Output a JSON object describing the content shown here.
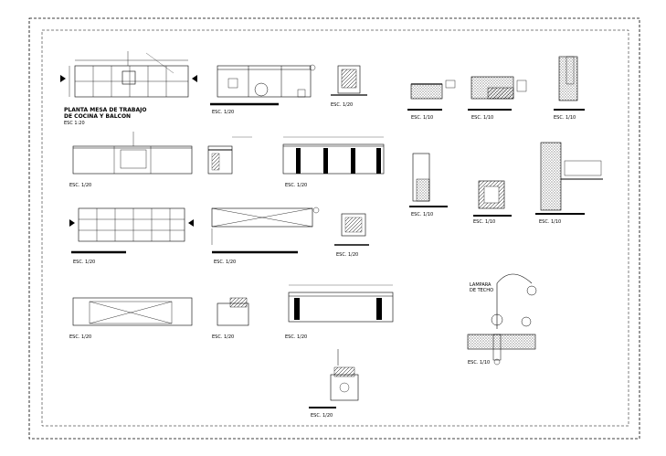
{
  "sheet": {
    "main_title_line1": "PLANTA MESA DE TRABAJO",
    "main_title_line2": "DE COCINA Y BALCON",
    "scale_main": "ESC 1:20",
    "scale_a": "ESC. 1/20",
    "scale_b": "ESC. 1/10",
    "lamp_title_line1": "LAMPARA",
    "lamp_title_line2": "DE TECHO"
  },
  "colors": {
    "line": "#000000",
    "background": "#ffffff"
  }
}
